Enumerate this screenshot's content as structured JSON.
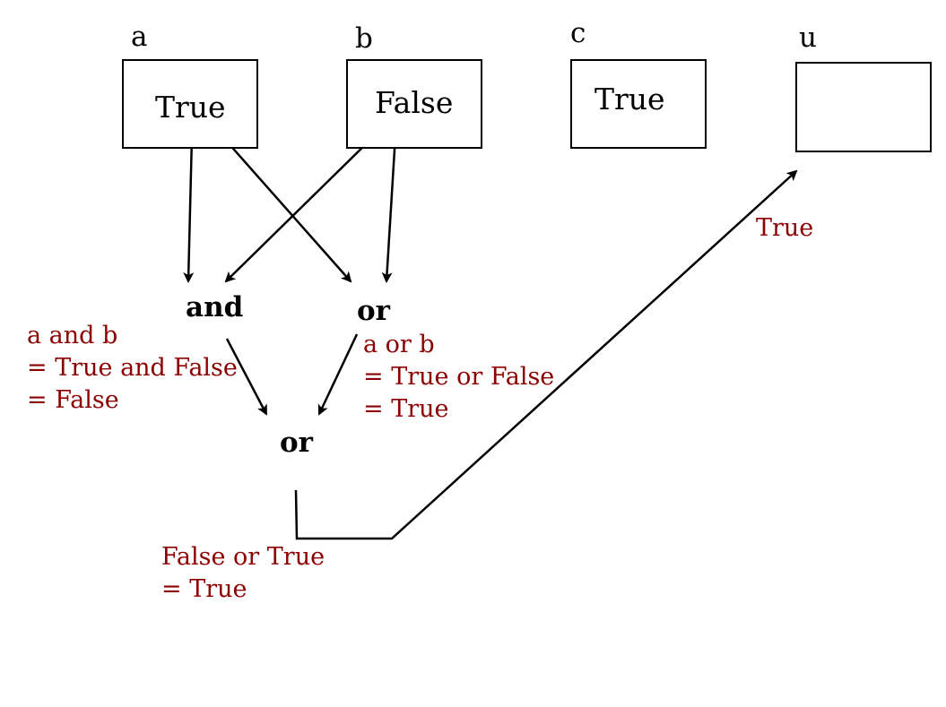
{
  "variables": {
    "a": {
      "name": "a",
      "value": "True"
    },
    "b": {
      "name": "b",
      "value": "False"
    },
    "c": {
      "name": "c",
      "value": "True"
    },
    "u": {
      "name": "u",
      "value": ""
    }
  },
  "operators": {
    "and": "and",
    "or_top": "or",
    "or_bottom": "or"
  },
  "annotations": {
    "and_eval": [
      "a and b",
      "= True and False",
      "= False"
    ],
    "or_eval": [
      "a or b",
      "= True or False",
      "= True"
    ],
    "final_eval": [
      "False or True",
      "= True"
    ],
    "u_assign": "True"
  },
  "colors": {
    "annotation": "#8b0000",
    "lines": "#000000"
  }
}
